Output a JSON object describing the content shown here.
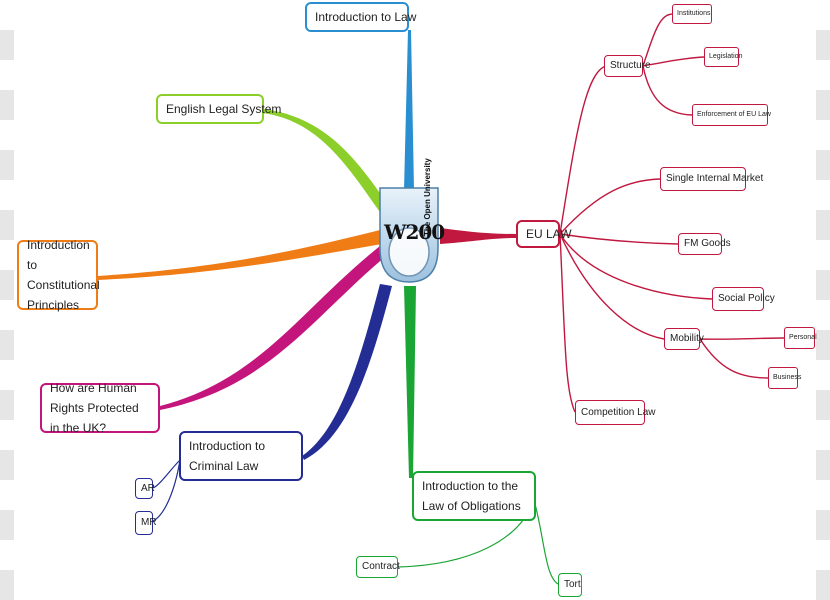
{
  "center": {
    "code": "W200",
    "subtitle": "The Open University"
  },
  "topics": {
    "intro_law": "Introduction to Law",
    "english_legal": "English Legal System",
    "constitutional": "Introduction to Constitutional Principles",
    "human_rights": "How are Human Rights Protected in the UK?",
    "criminal": "Introduction to Criminal Law",
    "criminal_ar": "AR",
    "criminal_mr": "MR",
    "obligations": "Introduction to the Law of Obligations",
    "contract": "Contract",
    "tort": "Tort",
    "eu_law": "EU LAW",
    "structure": "Structure",
    "institutions": "Institutions",
    "legislation": "Legislation",
    "enforcement": "Enforcement of EU Law",
    "single_market": "Single Internal Market",
    "fm_goods": "FM Goods",
    "social_policy": "Social Policy",
    "mobility": "Mobility",
    "personal": "Personal",
    "business": "Business",
    "competition": "Competition Law"
  },
  "colors": {
    "intro_law": "#2a8fd0",
    "english_legal": "#8ccf2a",
    "constitutional": "#f07c16",
    "human_rights": "#c4157d",
    "criminal": "#232d94",
    "obligations": "#1aa534",
    "eu_law": "#c0183f"
  }
}
